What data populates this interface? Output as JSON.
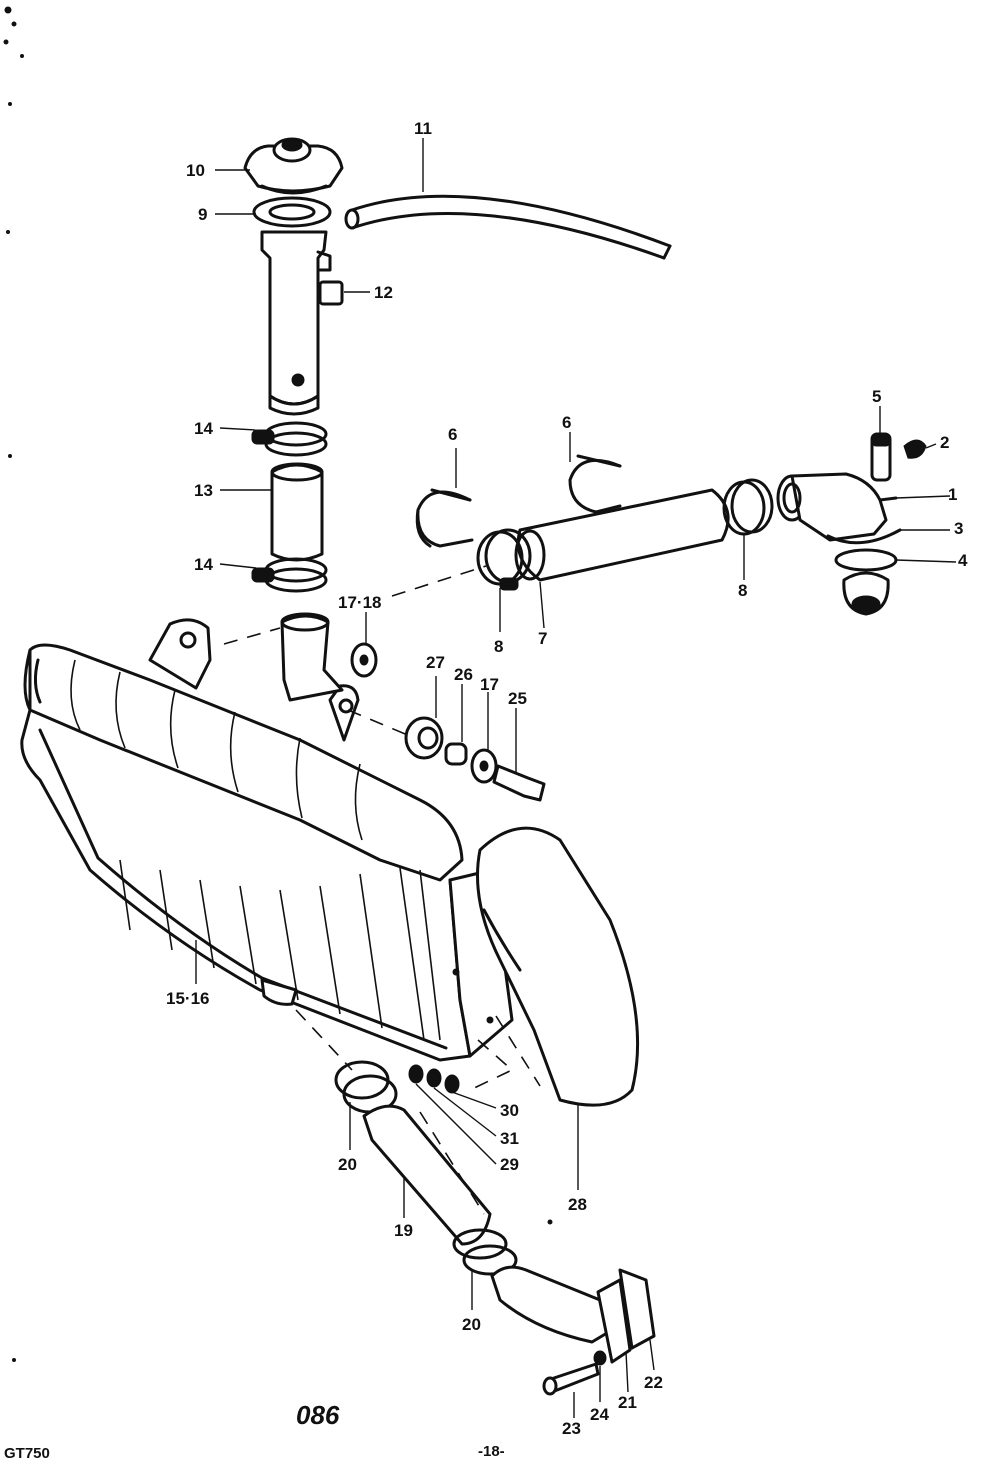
{
  "callouts": [
    {
      "id": "c1",
      "text": "1"
    },
    {
      "id": "c2",
      "text": "2"
    },
    {
      "id": "c3",
      "text": "3"
    },
    {
      "id": "c4",
      "text": "4"
    },
    {
      "id": "c5",
      "text": "5"
    },
    {
      "id": "c6a",
      "text": "6"
    },
    {
      "id": "c6b",
      "text": "6"
    },
    {
      "id": "c7",
      "text": "7"
    },
    {
      "id": "c8a",
      "text": "8"
    },
    {
      "id": "c8b",
      "text": "8"
    },
    {
      "id": "c9",
      "text": "9"
    },
    {
      "id": "c10",
      "text": "10"
    },
    {
      "id": "c11",
      "text": "11"
    },
    {
      "id": "c12",
      "text": "12"
    },
    {
      "id": "c13",
      "text": "13"
    },
    {
      "id": "c14a",
      "text": "14"
    },
    {
      "id": "c14b",
      "text": "14"
    },
    {
      "id": "c1516",
      "text": "15·16"
    },
    {
      "id": "c1718",
      "text": "17·18"
    },
    {
      "id": "c17",
      "text": "17"
    },
    {
      "id": "c19",
      "text": "19"
    },
    {
      "id": "c20a",
      "text": "20"
    },
    {
      "id": "c20b",
      "text": "20"
    },
    {
      "id": "c21",
      "text": "21"
    },
    {
      "id": "c22",
      "text": "22"
    },
    {
      "id": "c23",
      "text": "23"
    },
    {
      "id": "c24",
      "text": "24"
    },
    {
      "id": "c25",
      "text": "25"
    },
    {
      "id": "c26",
      "text": "26"
    },
    {
      "id": "c27",
      "text": "27"
    },
    {
      "id": "c28",
      "text": "28"
    },
    {
      "id": "c29",
      "text": "29"
    },
    {
      "id": "c30",
      "text": "30"
    },
    {
      "id": "c31",
      "text": "31"
    }
  ],
  "figure_code": "086",
  "model": "GT750",
  "page_number": "-18-"
}
